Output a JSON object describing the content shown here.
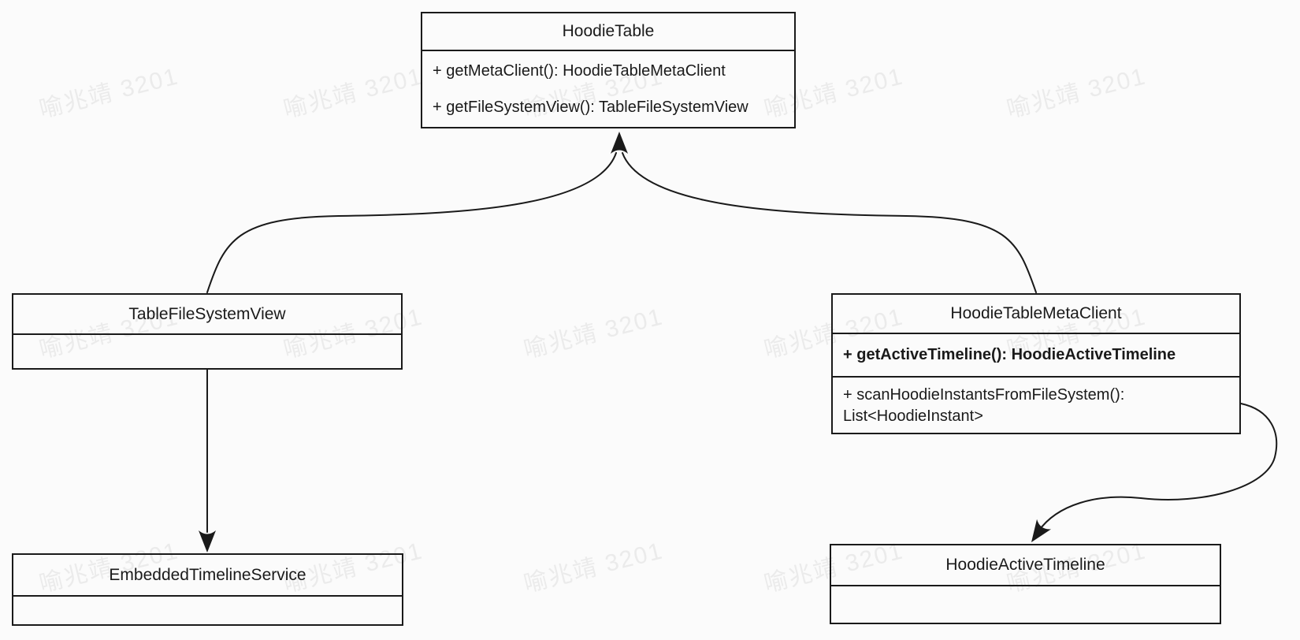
{
  "diagram": {
    "type": "uml-class-diagram",
    "background_color": "#fbfbfb",
    "line_color": "#1a1a1a",
    "watermark": {
      "text": "喻兆靖 3201",
      "color": "#ebebeb"
    },
    "classes": [
      {
        "name": "HoodieTable",
        "members": [
          "+ getMetaClient(): HoodieTableMetaClient",
          "+ getFileSystemView(): TableFileSystemView"
        ]
      },
      {
        "name": "TableFileSystemView",
        "members": []
      },
      {
        "name": "HoodieTableMetaClient",
        "members": [
          "+ getActiveTimeline(): HoodieActiveTimeline",
          "+ scanHoodieInstantsFromFileSystem(): List<HoodieInstant>"
        ]
      },
      {
        "name": "EmbeddedTimelineService",
        "members": []
      },
      {
        "name": "HoodieActiveTimeline",
        "members": []
      }
    ],
    "relations": [
      {
        "from": "TableFileSystemView",
        "to": "HoodieTable",
        "kind": "arrow"
      },
      {
        "from": "HoodieTableMetaClient",
        "to": "HoodieTable",
        "kind": "arrow"
      },
      {
        "from": "TableFileSystemView",
        "to": "EmbeddedTimelineService",
        "kind": "arrow"
      },
      {
        "from": "HoodieTableMetaClient",
        "to": "HoodieActiveTimeline",
        "kind": "arrow"
      }
    ]
  }
}
